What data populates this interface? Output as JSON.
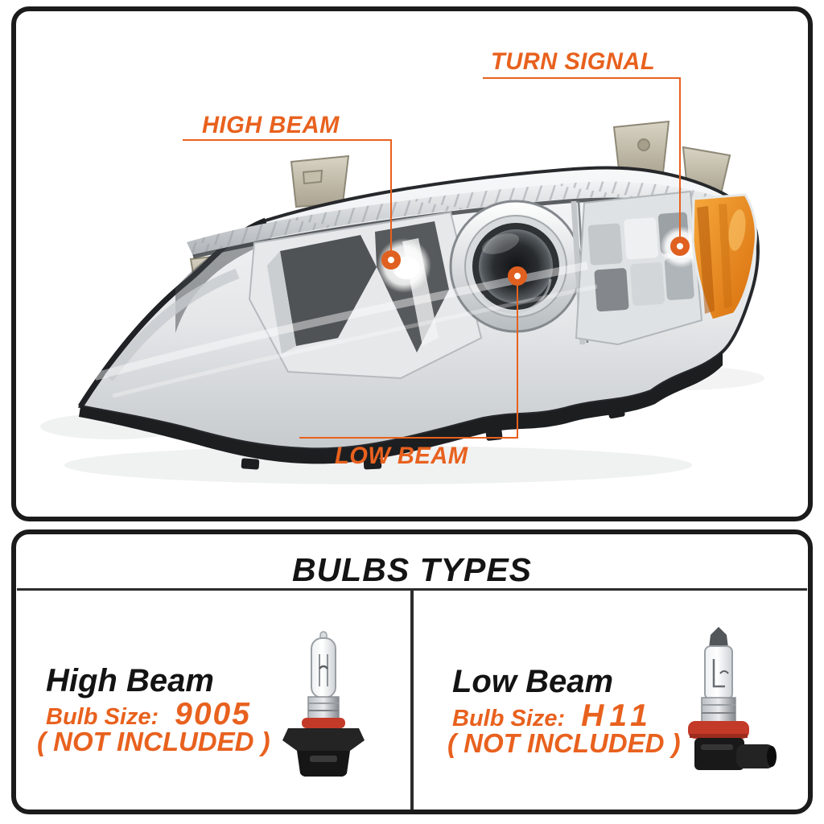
{
  "colors": {
    "accent_orange": "#E8611E",
    "heading_black": "#141414",
    "panel_border": "#1B1B1B",
    "amber_reflector": "#E98A1C",
    "bulb_oring_red": "#C33A28"
  },
  "callouts": {
    "turn_signal": "TURN SIGNAL",
    "high_beam": "HIGH BEAM",
    "low_beam": "LOW BEAM"
  },
  "bulbs_panel": {
    "title": "BULBS TYPES",
    "cells": [
      {
        "heading": "High Beam",
        "size_label": "Bulb Size:",
        "size_value": "9005",
        "note": "( NOT INCLUDED )",
        "icon": "9005-halogen-bulb-icon"
      },
      {
        "heading": "Low Beam",
        "size_label": "Bulb Size:",
        "size_value": "H11",
        "note": "( NOT INCLUDED )",
        "icon": "h11-halogen-bulb-icon"
      }
    ]
  }
}
